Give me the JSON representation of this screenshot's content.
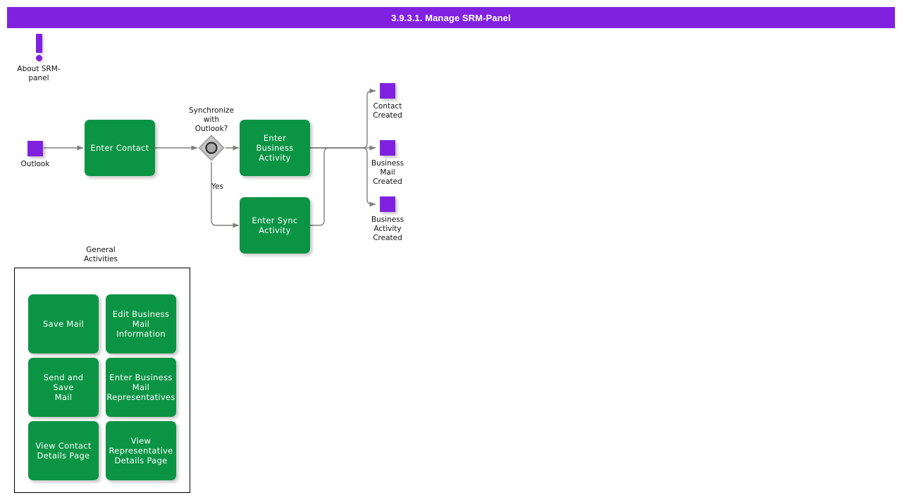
{
  "header": {
    "title": "3.9.3.1. Manage SRM-Panel",
    "bg_color": "#8021e0",
    "text_color": "#ffffff"
  },
  "theme": {
    "task_color": "#0b9444",
    "event_color": "#8021e0",
    "gateway_color": "#b3b3b3",
    "edge_color": "#808080",
    "text_color": "#111111"
  },
  "annotation": {
    "icon": "exclamation-icon",
    "label": "About SRM-\npanel"
  },
  "diagram": {
    "start_event": {
      "label": "Outlook",
      "icon": "event-square"
    },
    "tasks": [
      {
        "id": "enter-contact",
        "label": "Enter Contact"
      },
      {
        "id": "enter-business-activity",
        "label": "Enter Business\nActivity"
      },
      {
        "id": "enter-sync-activity",
        "label": "Enter Sync\nActivity"
      }
    ],
    "gateway": {
      "id": "synchronize-gateway",
      "type": "event-based-gateway",
      "label": "Synchronize\nwith\nOutlook?"
    },
    "flow_labels": [
      {
        "id": "yes-label",
        "text": "Yes"
      }
    ],
    "end_events": [
      {
        "id": "contact-created",
        "label": "Contact\nCreated"
      },
      {
        "id": "business-mail-created",
        "label": "Business\nMail\nCreated"
      },
      {
        "id": "business-activity-created",
        "label": "Business\nActivity\nCreated"
      }
    ]
  },
  "general_activities": {
    "group_label": "General\nActivities",
    "items": [
      {
        "id": "save-mail",
        "label": "Save Mail"
      },
      {
        "id": "edit-business-mail-information",
        "label": "Edit Business\nMail Information"
      },
      {
        "id": "send-and-save-mail",
        "label": "Send and Save\nMail"
      },
      {
        "id": "enter-business-mail-representatives",
        "label": "Enter Business\nMail\nRepresentatives"
      },
      {
        "id": "view-contact-details-page",
        "label": "View Contact\nDetails Page"
      },
      {
        "id": "view-representative-details-page",
        "label": "View\nRepresentative\nDetails Page"
      }
    ]
  }
}
